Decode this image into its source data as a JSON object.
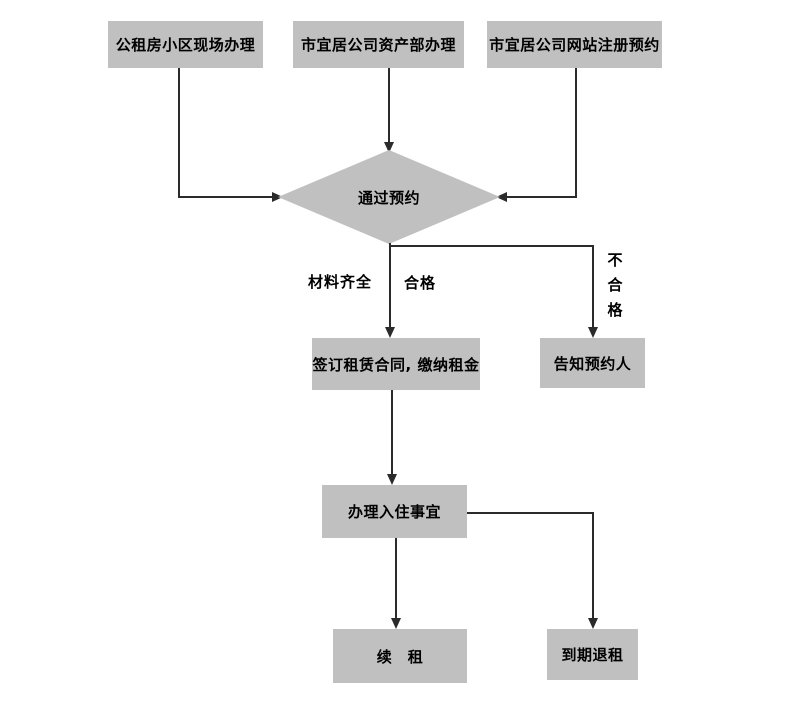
{
  "diagram": {
    "type": "flowchart",
    "nodes": {
      "onsite": {
        "label": "公租房小区现场办理"
      },
      "asset": {
        "label": "市宜居公司资产部办理"
      },
      "website": {
        "label": "市宜居公司网站注册预约"
      },
      "decision": {
        "label": "通过预约"
      },
      "sign": {
        "label": "签订租赁合同, 缴纳租金"
      },
      "notify": {
        "label": "告知预约人"
      },
      "movein": {
        "label": "办理入住事宜"
      },
      "renew": {
        "label": "续　租"
      },
      "expire": {
        "label": "到期退租"
      }
    },
    "edge_labels": {
      "materials": "材料齐全",
      "qualified": "合格",
      "unqualified": "不合格"
    },
    "colors": {
      "node_fill": "#c0c0c0",
      "line": "#2b2b2b",
      "text": "#000000",
      "background": "#ffffff"
    }
  }
}
